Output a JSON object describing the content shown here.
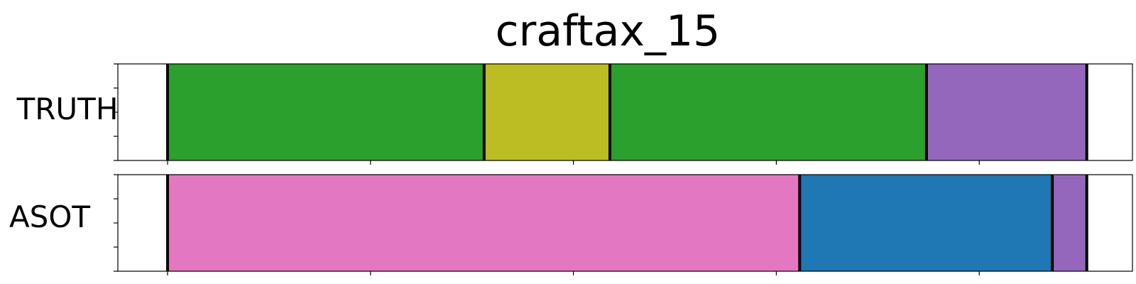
{
  "chart_data": {
    "type": "segmentation-timeline",
    "title": "craftax_15",
    "xlim": [
      0,
      1
    ],
    "rows": [
      {
        "label": "TRUTH",
        "segments": [
          {
            "start": 0.049,
            "end": 0.361,
            "color": "#2ca02c"
          },
          {
            "start": 0.361,
            "end": 0.485,
            "color": "#bcbd22"
          },
          {
            "start": 0.485,
            "end": 0.797,
            "color": "#2ca02c"
          },
          {
            "start": 0.797,
            "end": 0.955,
            "color": "#9467bd"
          }
        ],
        "boundaries": [
          0.049,
          0.361,
          0.485,
          0.797,
          0.955
        ]
      },
      {
        "label": "ASOT",
        "segments": [
          {
            "start": 0.049,
            "end": 0.672,
            "color": "#e377c2"
          },
          {
            "start": 0.672,
            "end": 0.921,
            "color": "#1f77b4"
          },
          {
            "start": 0.921,
            "end": 0.955,
            "color": "#9467bd"
          }
        ],
        "boundaries": [
          0.049,
          0.672,
          0.921,
          0.955
        ]
      }
    ],
    "x_ticks": [
      0.049,
      0.249,
      0.449,
      0.649,
      0.849,
      1.049
    ],
    "y_ticks_per_panel": 5
  }
}
